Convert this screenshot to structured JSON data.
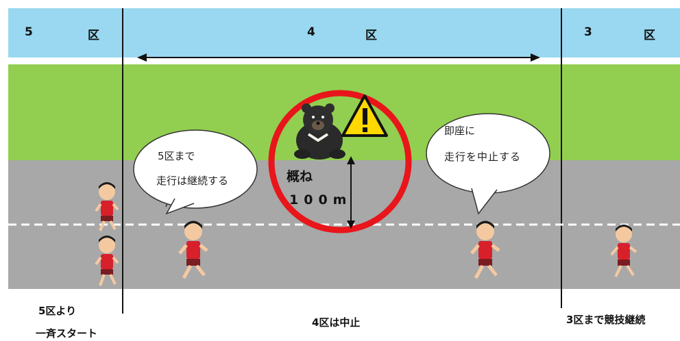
{
  "zones": {
    "z5_num": "5",
    "z5_kanji": "区",
    "z4_num": "4",
    "z4_kanji": "区",
    "z3_num": "3",
    "z3_kanji": "区"
  },
  "bubble_left": {
    "line1": "5区まで",
    "line2": "走行は継続する"
  },
  "bubble_right": {
    "line1": "即座に",
    "line2": "走行を中止する"
  },
  "bear_zone": {
    "label": "概ね",
    "distance": "100m"
  },
  "captions": {
    "left_line1": "5区より",
    "left_line2": "一斉スタート",
    "center": "4区は中止",
    "right": "3区まで競技継続"
  },
  "colors": {
    "sky": "#99d8f0",
    "grass": "#92cf50",
    "road": "#a8a8a8",
    "circle": "#e8161b",
    "warning": "#ffd800",
    "runner_shirt": "#d8202a"
  }
}
